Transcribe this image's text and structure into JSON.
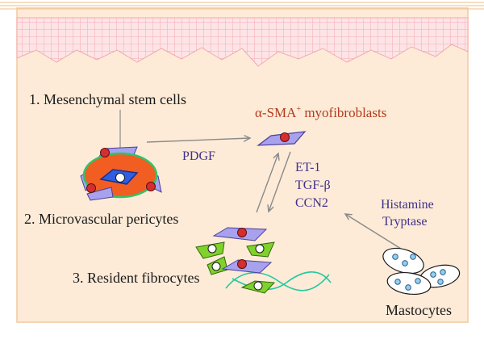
{
  "colors": {
    "background": "#fdebd7",
    "border": "#f4c99c",
    "epithelium_grid": "#f2aab0",
    "epithelium_fill": "#fde4e6",
    "arrow": "#8a8a8a",
    "myofibroblast_cell": "#a8a2ee",
    "green_cell": "#7fd12b",
    "nucleus": "#d62e2e",
    "vessel_fill": "#f25d22",
    "vessel_rim": "#2fc46a",
    "fiber": "#1fc9a0",
    "label_dark": "#1a1a1a",
    "label_purple": "#3f2f8c",
    "label_red": "#b33a1c"
  },
  "labels": {
    "mesenchymal": "1. Mesenchymal stem cells",
    "pericytes": "2. Microvascular pericytes",
    "fibrocytes": "3. Resident fibrocytes",
    "myofibroblasts_prefix": "α-SMA",
    "myofibroblasts_sup": "+",
    "myofibroblasts_suffix": " myofibroblasts",
    "pdgf": "PDGF",
    "et1": "ET-1",
    "tgfb": "TGF-β",
    "ccn2": "CCN2",
    "histamine": "Histamine",
    "tryptase": "Tryptase",
    "mastocytes": "Mastocytes"
  }
}
